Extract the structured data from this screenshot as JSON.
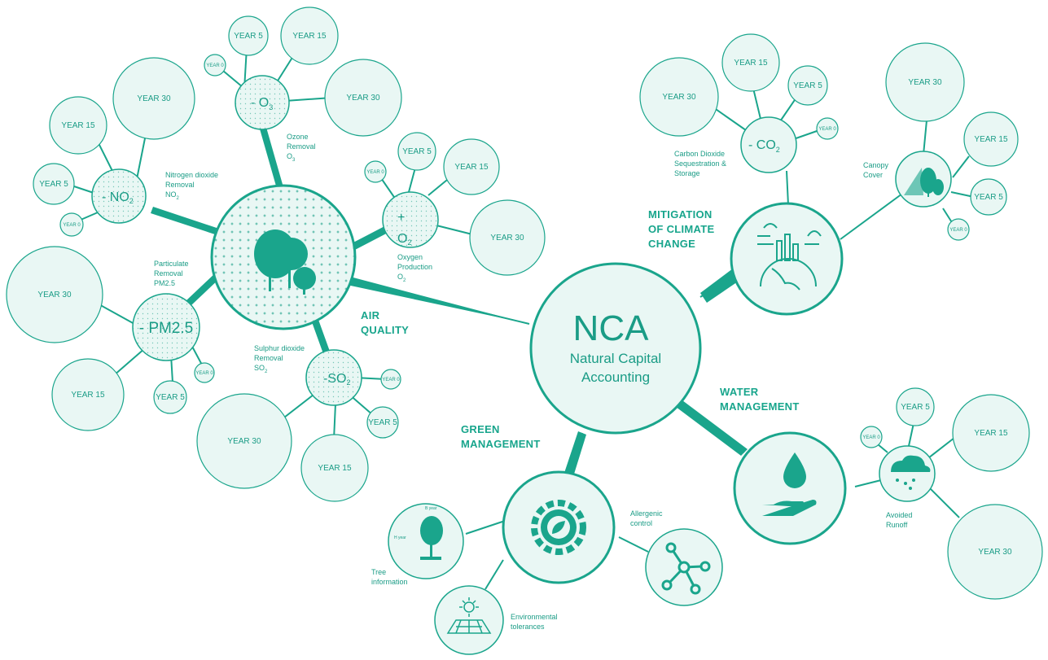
{
  "colors": {
    "accent": "#1aa58c",
    "stroke": "#2aa690",
    "fill": "#e9f7f4",
    "text": "#1a9c86"
  },
  "center": {
    "abbr": "NCA",
    "line1": "Natural Capital",
    "line2": "Accounting"
  },
  "sections": {
    "air_quality": [
      "AIR",
      "QUALITY"
    ],
    "mitigation": [
      "MITIGATION",
      "OF CLIMATE",
      "CHANGE"
    ],
    "water": [
      "WATER",
      "MANAGEMENT"
    ],
    "green": [
      "GREEN",
      "MANAGEMENT"
    ]
  },
  "years": {
    "y0": "YEAR 0",
    "y5": "YEAR 5",
    "y15": "YEAR 15",
    "y30": "YEAR 30"
  },
  "nodes": {
    "o3": {
      "symbol": "- O",
      "sub": "3",
      "caption": [
        "Ozone",
        "Removal",
        "O"
      ],
      "caption_sub": "3"
    },
    "no2": {
      "symbol": "- NO",
      "sub": "2",
      "caption": [
        "Nitrogen dioxide",
        "Removal",
        "NO"
      ],
      "caption_sub": "2"
    },
    "o2": {
      "symbol_top": "+",
      "symbol": "O",
      "sub": "2",
      "caption": [
        "Oxygen",
        "Production",
        "O"
      ],
      "caption_sub": "2"
    },
    "pm": {
      "symbol": "- PM2.5",
      "caption": [
        "Particulate",
        "Removal",
        "PM2.5"
      ]
    },
    "so2": {
      "symbol": "-SO",
      "sub": "2",
      "caption": [
        "Sulphur dioxide",
        "Removal",
        "SO"
      ],
      "caption_sub": "2"
    },
    "co2": {
      "symbol": "- CO",
      "sub": "2",
      "caption": [
        "Carbon Dioxide",
        "Sequestration &",
        "Storage"
      ]
    },
    "canopy": {
      "caption": [
        "Canopy",
        "Cover"
      ]
    },
    "runoff": {
      "caption": [
        "Avoided",
        "Runoff"
      ]
    },
    "allergen": {
      "caption": [
        "Allergenic",
        "control"
      ]
    },
    "tree_info": {
      "caption": [
        "Tree",
        "information"
      ],
      "inner_top": "B year",
      "inner_left": "H year"
    },
    "env": {
      "caption": [
        "Environmental",
        "tolerances"
      ]
    }
  }
}
